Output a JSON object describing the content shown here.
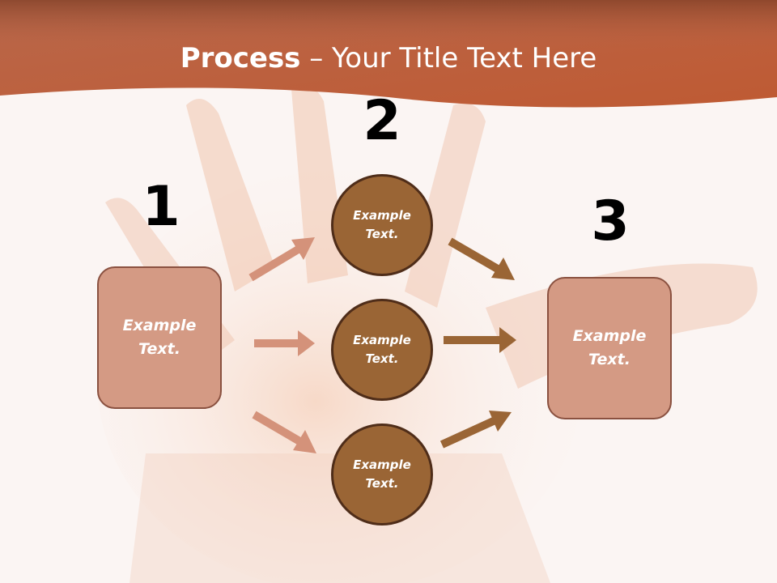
{
  "slide": {
    "title_bold": "Process",
    "title_rest": " – Your Title Text Here"
  },
  "steps": {
    "n1": "1",
    "n2": "2",
    "n3": "3"
  },
  "left_box": "Example\nText.",
  "right_box": "Example\nText.",
  "circles": [
    "Example\nText.",
    "Example\nText.",
    "Example\nText."
  ],
  "colors": {
    "banner": "#c0603f",
    "box_fill": "#d49a84",
    "circle_fill": "#9a6535",
    "arrow_light": "#d4927a",
    "arrow_dark": "#9a6535"
  }
}
